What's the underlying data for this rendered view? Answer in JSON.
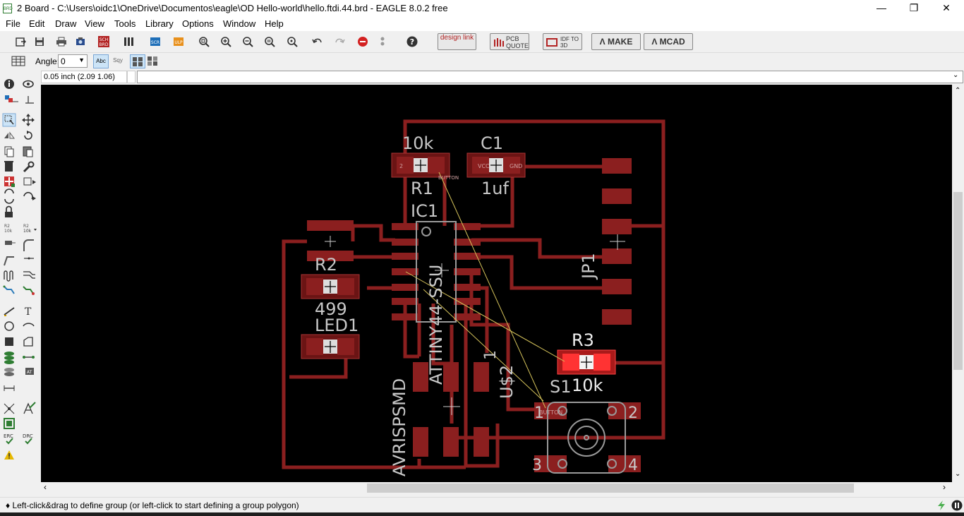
{
  "window": {
    "title": "2 Board - C:\\Users\\oidc1\\OneDrive\\Documentos\\eagle\\OD Hello-world\\hello.ftdi.44.brd - EAGLE 8.0.2 free",
    "app_icon_text": "BRD"
  },
  "menu": [
    "File",
    "Edit",
    "Draw",
    "View",
    "Tools",
    "Library",
    "Options",
    "Window",
    "Help"
  ],
  "toolbar": {
    "sch_label": "SCH\nBRD",
    "design_link_label": "design link",
    "pcb_quote_label": "PCB QUOTE",
    "idf_label": "IDF TO 3D",
    "make_label": "MAKE",
    "mcad_label": "MCAD"
  },
  "params": {
    "angle_label": "Angle:",
    "angle_value": "0",
    "text_mode_1": "Abc",
    "text_mode_2": "Sqy"
  },
  "command": {
    "coordinates": "0.05 inch (2.09 1.06)",
    "input_value": ""
  },
  "status": {
    "message": "♦ Left-click&drag to define group (or left-click to start defining a group polygon)"
  },
  "board": {
    "labels": {
      "r1_value": "10k",
      "r1_name": "R1",
      "c1_name": "C1",
      "c1_value": "1uf",
      "ic1_name": "IC1",
      "ic1_value": "ATTINY44-SSU",
      "r2_name": "R2",
      "r2_value": "499",
      "led1_name": "LED1",
      "jp1_name": "JP1",
      "r3_name": "R3",
      "r3_value": "10k",
      "s1_name": "S1",
      "u2_name": "U$2",
      "u2_pin": "1",
      "avr_name": "AVRISPSMD",
      "s1_pin1": "1",
      "s1_pin2": "2",
      "s1_pin3": "3",
      "s1_pin4": "4",
      "button_label": "BUTTON"
    },
    "colors": {
      "background": "#000000",
      "copper": "#8b1f1f",
      "outline": "#9a9a9a",
      "airwire": "#d4c25a",
      "highlight": "#ff3333"
    }
  }
}
